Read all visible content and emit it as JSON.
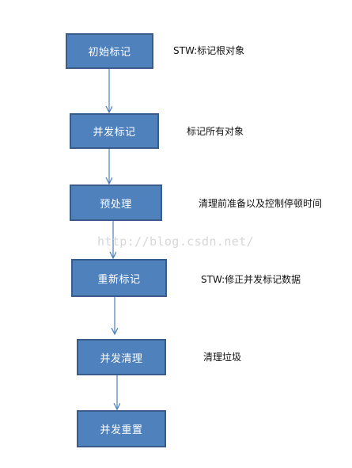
{
  "steps": [
    {
      "label": "初始标记",
      "note": "STW:标记根对象"
    },
    {
      "label": "并发标记",
      "note": "标记所有对象"
    },
    {
      "label": "预处理",
      "note": "清理前准备以及控制停顿时间"
    },
    {
      "label": "重新标记",
      "note": "STW:修正并发标记数据"
    },
    {
      "label": "并发清理",
      "note": "清理垃圾"
    },
    {
      "label": "并发重置",
      "note": ""
    }
  ],
  "watermark": "http://blog.csdn.net/",
  "colors": {
    "box_fill": "#4f81bd",
    "box_border": "#385d8a",
    "arrow": "#4a7ebb",
    "watermark": "#d7d7d7"
  }
}
